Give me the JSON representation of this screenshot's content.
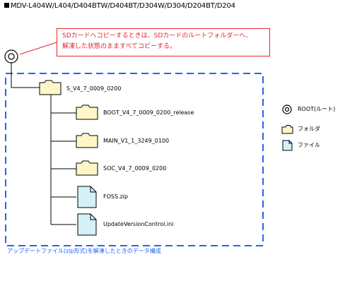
{
  "header": {
    "title": "MDV-L404W/L404/D404BTW/D404BT/D304W/D304/D204BT/D204"
  },
  "callout": {
    "line1": "SDカードへコピーするときは、SDカードのルートフォルダーへ、",
    "line2": "解凍した状態のまますべてコピーする。"
  },
  "tree": {
    "root_folder": "S_V4_7_0009_0200",
    "folders": [
      "BOOT_V4_7_0009_0200_release",
      "MAIN_V1_1_3249_0100",
      "SOC_V4_7_0009_0200"
    ],
    "files": [
      "FOSS.zip",
      "UpdateVersionControl.ini"
    ]
  },
  "caption": "アップデートファイル(zip形式)を解凍したときのデータ構成",
  "legend": {
    "root": "ROOT(ルート)",
    "folder": "フォルダ",
    "file": "ファイル"
  },
  "colors": {
    "header_square": "#000000",
    "callout": "#e8242c",
    "dashed_box": "#2266ee",
    "folder_fill": "#fff6c8",
    "file_fill": "#d4f0f8"
  }
}
